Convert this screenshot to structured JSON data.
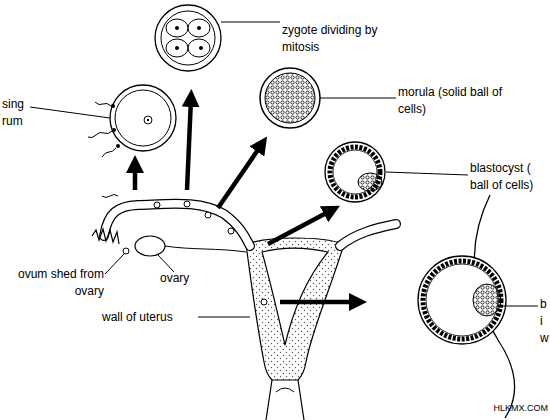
{
  "diagram": {
    "labels": [
      "zygote dividing by mitosis",
      "morula (solid ball of cells)",
      "sing rum",
      "blastocyst ( ball of cells)",
      "ovum shed from ovary",
      "ovary",
      "b i w",
      "wall of uterus",
      "HLKMX.COM"
    ]
  }
}
